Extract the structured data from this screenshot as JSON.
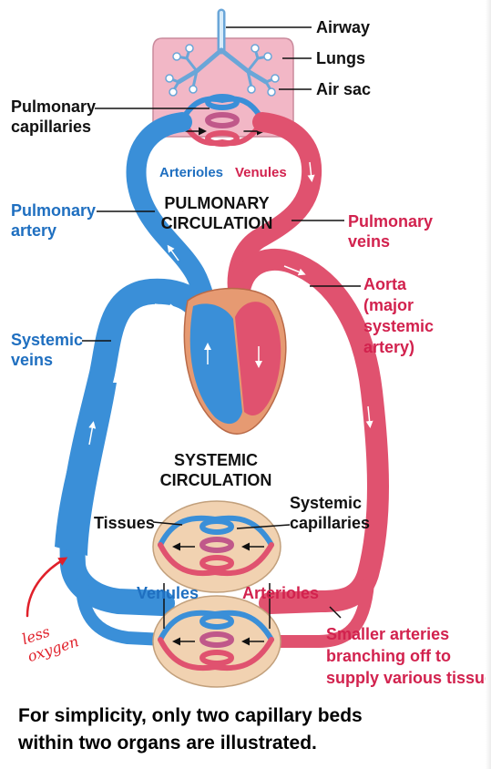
{
  "labels": {
    "airway": "Airway",
    "lungs": "Lungs",
    "air_sac": "Air sac",
    "pulmonary_capillaries_1": "Pulmonary",
    "pulmonary_capillaries_2": "capillaries",
    "arterioles_top": "Arterioles",
    "venules_top": "Venules",
    "pulmonary_circulation_1": "PULMONARY",
    "pulmonary_circulation_2": "CIRCULATION",
    "pulmonary_artery_1": "Pulmonary",
    "pulmonary_artery_2": "artery",
    "pulmonary_veins_1": "Pulmonary",
    "pulmonary_veins_2": "veins",
    "aorta_1": "Aorta",
    "aorta_2": "(major",
    "aorta_3": "systemic",
    "aorta_4": "artery)",
    "systemic_veins_1": "Systemic",
    "systemic_veins_2": "veins",
    "systemic_circulation_1": "SYSTEMIC",
    "systemic_circulation_2": "CIRCULATION",
    "tissues": "Tissues",
    "systemic_capillaries_1": "Systemic",
    "systemic_capillaries_2": "capillaries",
    "venules_bottom": "Venules",
    "arterioles_bottom": "Arterioles",
    "smaller_arteries_1": "Smaller arteries",
    "smaller_arteries_2": "branching off to",
    "smaller_arteries_3": "supply various tissues"
  },
  "annotation": {
    "line1": "less",
    "line2": "oxygen"
  },
  "caption": {
    "line1": "For simplicity, only two capillary beds",
    "line2": "within two organs are illustrated."
  },
  "colors": {
    "oxygen_poor_blue": "#3a8fd8",
    "oxygen_rich_red": "#e0526f",
    "label_blue": "#1f6fc0",
    "label_red": "#d2224e",
    "lung_pink": "#f2b7c6",
    "tissue_tan": "#f1d2b1",
    "annotation_red": "#e0202a"
  }
}
